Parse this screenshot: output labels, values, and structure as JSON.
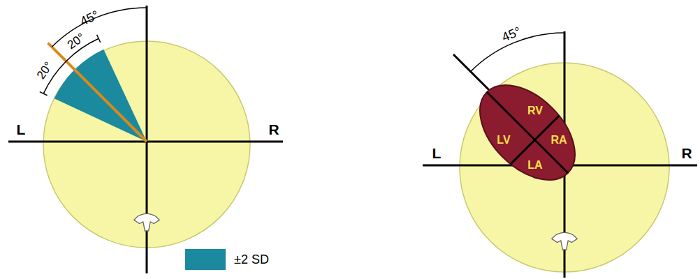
{
  "diagram": {
    "nodes": [
      {
        "text": [
          "RV",
          "LV",
          "RA",
          "LA"
        ]
      }
    ],
    "labels": [
      "45°",
      "20°",
      "20°",
      "L",
      "R",
      "45°",
      "L",
      "R"
    ],
    "legend": [
      {
        "text": "±2 SD",
        "color": "#1b8a9e"
      }
    ]
  }
}
